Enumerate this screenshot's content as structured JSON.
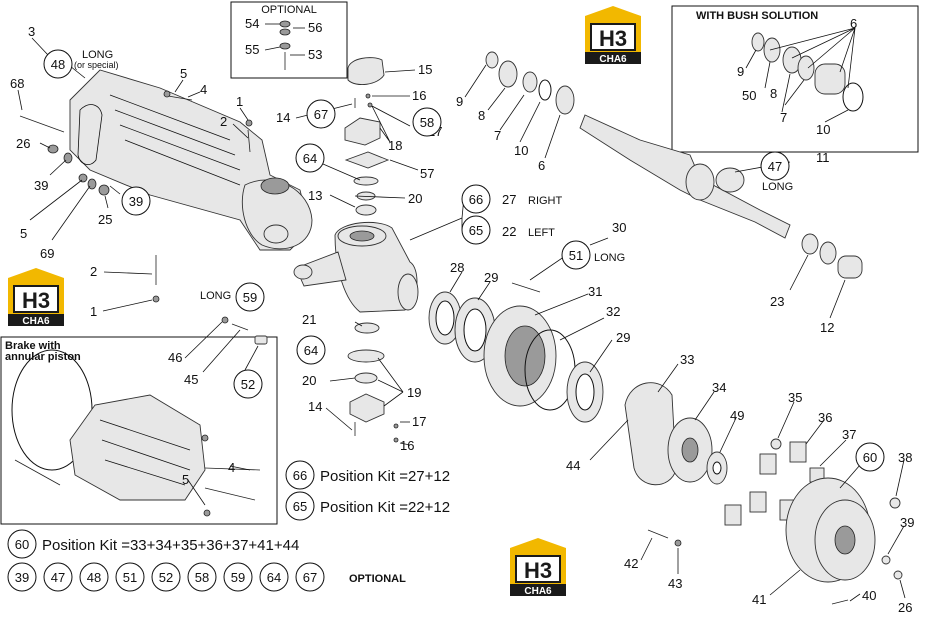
{
  "header_optional": "OPTIONAL",
  "bush_title": "WITH BUSH SOLUTION",
  "brake_title_1": "Brake with",
  "brake_title_2": "annular piston",
  "long_or_special_1": "LONG",
  "long_or_special_2": "(or special)",
  "long_label": "LONG",
  "right_label": "RIGHT",
  "left_label": "LEFT",
  "optional_label": "OPTIONAL",
  "logo": {
    "main": "H3",
    "sub": "CHA6"
  },
  "kits": {
    "k66": "Position Kit =27+12",
    "k65": "Position Kit =22+12",
    "k60": "Position Kit =33+34+35+36+37+41+44"
  },
  "circled_bottom": [
    "39",
    "47",
    "48",
    "51",
    "52",
    "58",
    "59",
    "64",
    "67"
  ],
  "parts": {
    "p1": "1",
    "p2": "2",
    "p3": "3",
    "p4": "4",
    "p5": "5",
    "p6": "6",
    "p7": "7",
    "p8": "8",
    "p9": "9",
    "p10": "10",
    "p11": "11",
    "p12": "12",
    "p13": "13",
    "p14": "14",
    "p15": "15",
    "p16": "16",
    "p17": "17",
    "p18": "18",
    "p19": "19",
    "p20": "20",
    "p21": "21",
    "p22": "22",
    "p23": "23",
    "p25": "25",
    "p26": "26",
    "p27": "27",
    "p28": "28",
    "p29": "29",
    "p30": "30",
    "p31": "31",
    "p32": "32",
    "p33": "33",
    "p34": "34",
    "p35": "35",
    "p36": "36",
    "p37": "37",
    "p38": "38",
    "p39": "39",
    "p40": "40",
    "p41": "41",
    "p42": "42",
    "p43": "43",
    "p44": "44",
    "p45": "45",
    "p46": "46",
    "p47": "47",
    "p48": "48",
    "p49": "49",
    "p50": "50",
    "p51": "51",
    "p52": "52",
    "p53": "53",
    "p54": "54",
    "p55": "55",
    "p56": "56",
    "p57": "57",
    "p58": "58",
    "p59": "59",
    "p60": "60",
    "p64": "64",
    "p65": "65",
    "p66": "66",
    "p67": "67",
    "p68": "68",
    "p69": "69"
  }
}
